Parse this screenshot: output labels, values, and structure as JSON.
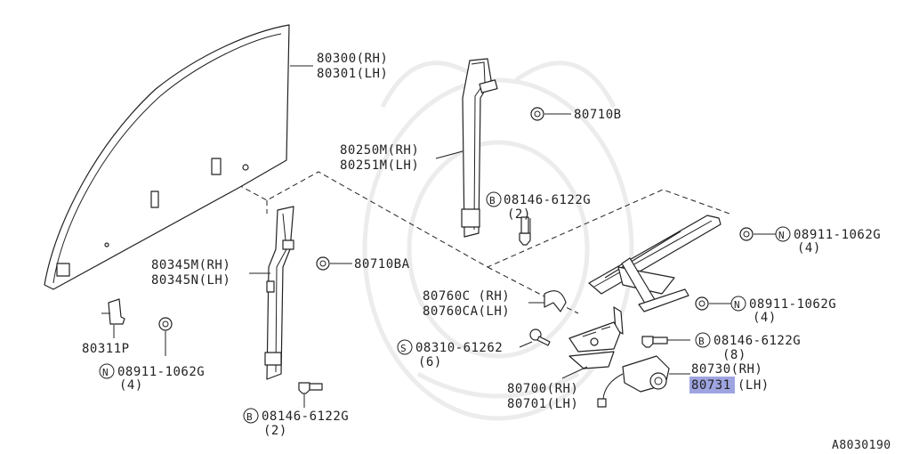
{
  "diagram_code": "A8030190",
  "callouts": {
    "glass": [
      "80300(RH)",
      "80301(LH)"
    ],
    "rear_channel": [
      "80250M(RH)",
      "80251M(LH)"
    ],
    "bolt_top": "80710B",
    "bolt_rear_channel": [
      "08146-6122G",
      "(2)"
    ],
    "bolt_rear_channel_badge": "B",
    "nut_regulator_top": [
      "08911-1062G",
      "(4)"
    ],
    "nut_regulator_top_badge": "N",
    "nut_regulator_mid": [
      "08911-1062G",
      "(4)"
    ],
    "nut_regulator_mid_badge": "N",
    "front_channel": [
      "80345M(RH)",
      "80345N(LH)"
    ],
    "bolt_front_channel": "80710BA",
    "stopper": [
      "80760C (RH)",
      "80760CA(LH)"
    ],
    "screw_regulator": [
      "08310-61262",
      "(6)"
    ],
    "screw_regulator_badge": "S",
    "bolt_regulator": [
      "08146-6122G",
      "(8)"
    ],
    "bolt_regulator_badge": "B",
    "bracket": "80311P",
    "nut_bracket": [
      "08911-1062G",
      "(4)"
    ],
    "nut_bracket_badge": "N",
    "regulator": [
      "80700(RH)",
      "80701(LH)"
    ],
    "motor_rh": "80730(RH)",
    "motor_lh_part": "80731",
    "motor_lh_suffix": "(LH)",
    "bolt_front_lower": [
      "08146-6122G",
      "(2)"
    ],
    "bolt_front_lower_badge": "B"
  }
}
